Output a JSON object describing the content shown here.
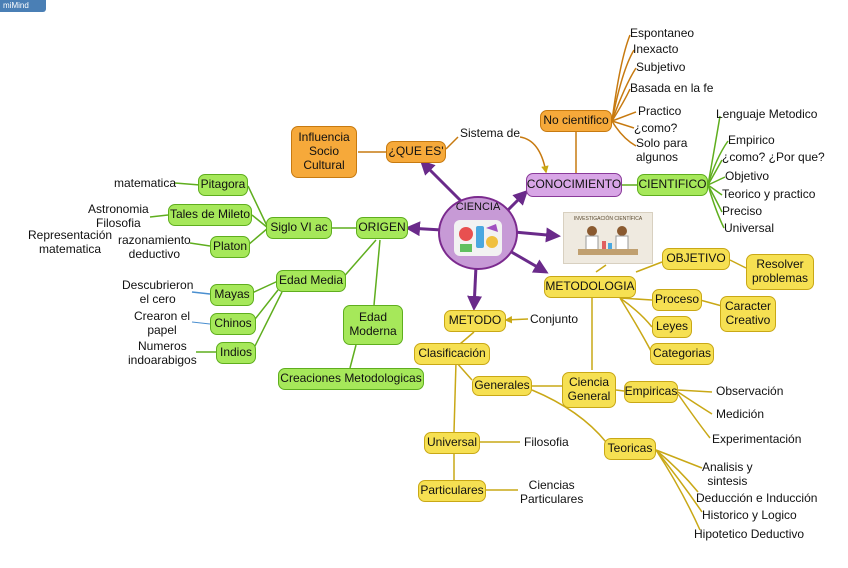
{
  "app": {
    "badge": "miMind"
  },
  "colors": {
    "green": "#a6e85a",
    "yellow": "#f6e052",
    "orange": "#f6a93a",
    "purple": "#d8a6e6",
    "link_purple": "#6a2a8a"
  },
  "center": {
    "label": "CIENCIA"
  },
  "image_caption": "INVESTIGACIÓN CIENTÍFICA",
  "nodes": {
    "que_es": "¿QUE ES'",
    "influencia": "Influencia\nSocio\nCultural",
    "sistema_de": "Sistema de",
    "conocimiento": "CONOCIMIENTO",
    "no_cientifico": "No cientifico",
    "cientifico": "CIENTIFICO",
    "origen": "ORIGEN",
    "siglo": "Siglo VI ac",
    "pitagora": "Pitagora",
    "tales": "Tales de Mileto",
    "platon": "Platon",
    "edad_media": "Edad Media",
    "mayas": "Mayas",
    "chinos": "Chinos",
    "indios": "Indios",
    "edad_moderna": "Edad\nModerna",
    "creaciones": "Creaciones Metodologicas",
    "metodo": "METODO",
    "conjunto": "Conjunto",
    "clasificacion": "Clasificación",
    "generales": "Generales",
    "ciencia_general": "Ciencia\nGeneral",
    "empiricas": "Empiricas",
    "teoricas": "Teoricas",
    "universal": "Universal",
    "particulares": "Particulares",
    "metodologia": "METODOLOGIA",
    "objetivo": "OBJETIVO",
    "resolver": "Resolver\nproblemas",
    "proceso": "Proceso",
    "caracter": "Caracter\nCreativo",
    "leyes": "Leyes",
    "categorias": "Categorias"
  },
  "labels": {
    "espontaneo": "Espontaneo",
    "inexacto": "Inexacto",
    "subjetivo": "Subjetivo",
    "basada": "Basada en la fe",
    "practico": "Practico",
    "como": "¿como?",
    "solo": "Solo para\nalgunos",
    "lenguaje": "Lenguaje Metodico",
    "empirico": "Empirico",
    "como_por_que": "¿como? ¿Por que?",
    "objetivo_l": "Objetivo",
    "teorico": "Teorico y practico",
    "preciso": "Preciso",
    "universal_l": "Universal",
    "matematica": "matematica",
    "astronomia": "Astronomia\nFilosofia",
    "razonamiento": "razonamiento\ndeductivo",
    "representacion": "Representación\nmatematica",
    "descubrieron": "Descubrieron\nel cero",
    "crearon": "Crearon el\npapel",
    "numeros": "Numeros\nindoarabigos",
    "observacion": "Observación",
    "medicion": "Medición",
    "experimentacion": "Experimentación",
    "analisis": "Analisis y\nsintesis",
    "deduccion": "Deducción e Inducción",
    "historico": "Historico y Logico",
    "hipotetico": "Hipotetico Deductivo",
    "filosofia": "Filosofia",
    "ciencias_part": "Ciencias\nParticulares"
  }
}
